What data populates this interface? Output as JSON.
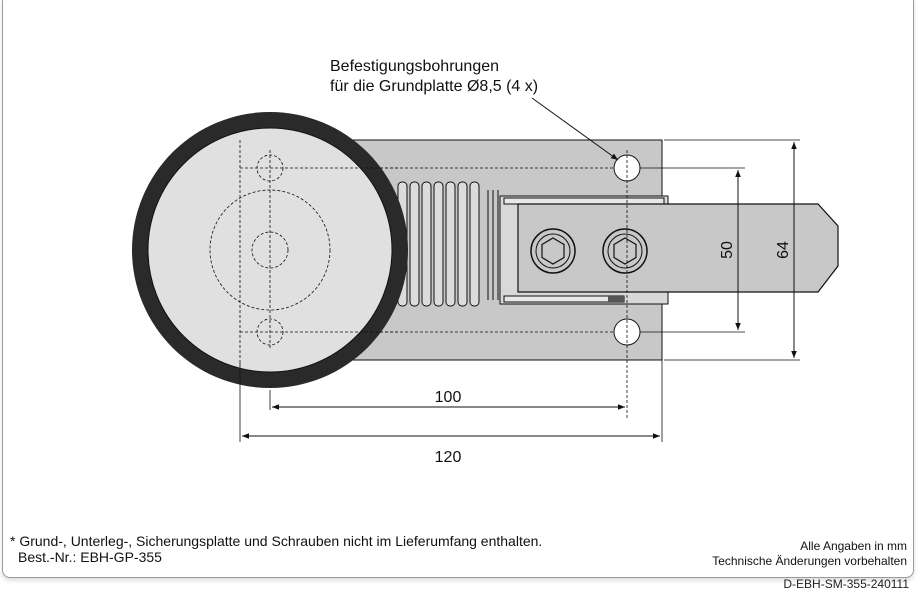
{
  "drawing": {
    "callout_line1": "Befestigungsbohrungen",
    "callout_line2": "für die Grundplatte Ø8,5 (4 x)",
    "dim_100": "100",
    "dim_120": "120",
    "dim_50": "50",
    "dim_64": "64"
  },
  "footnote": {
    "line1": "* Grund-, Unterleg-, Sicherungsplatte und Schrauben nicht im Lieferumfang enthalten.",
    "line2": "Best.-Nr.: EBH-GP-355"
  },
  "remarks": {
    "line1": "Alle Angaben in mm",
    "line2": "Technische Änderungen vorbehalten"
  },
  "document_id": "D-EBH-SM-355-240111",
  "colors": {
    "plate": "#c8c8c8",
    "wheel_tire": "#2a2a2a",
    "wheel_center": "#e0e0e0",
    "line": "#111111"
  }
}
